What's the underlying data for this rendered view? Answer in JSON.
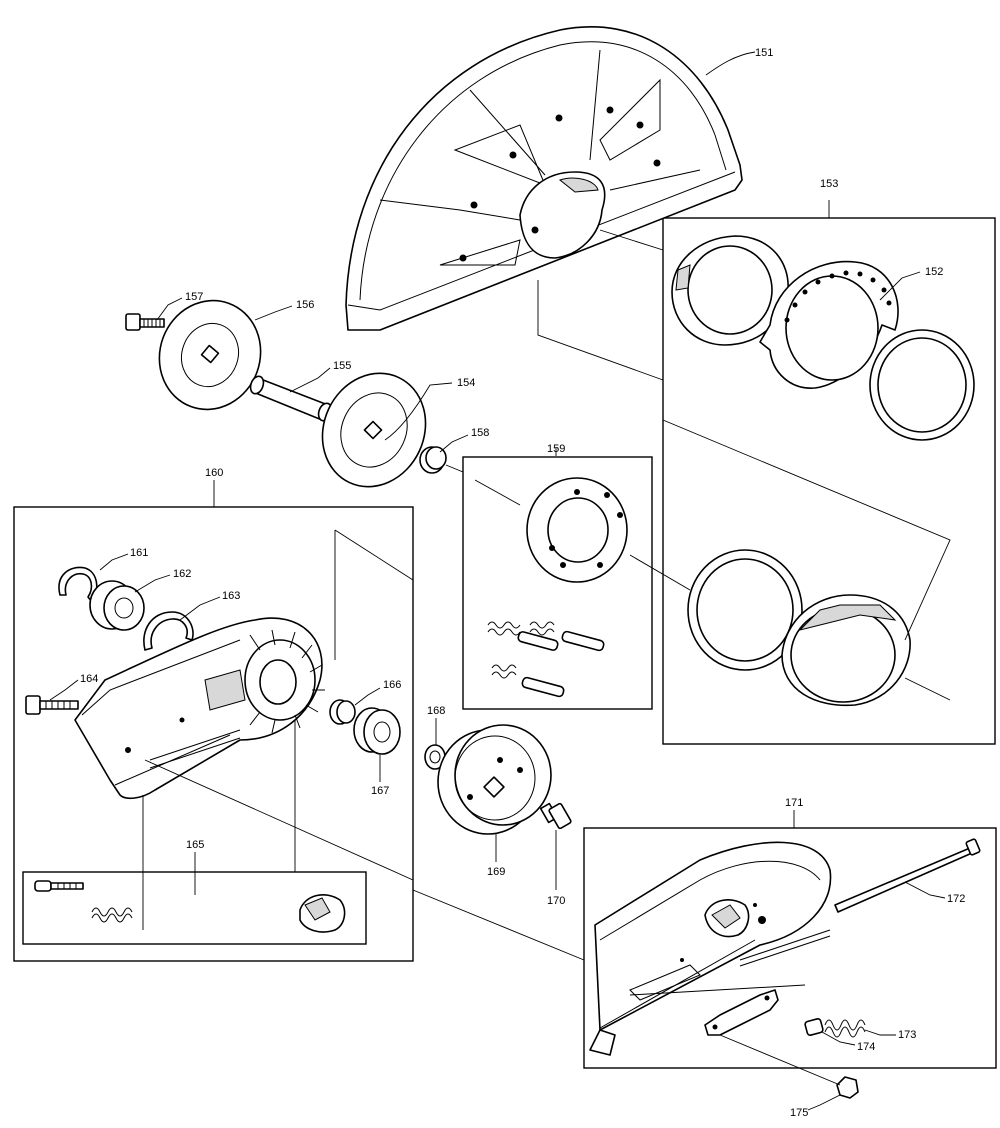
{
  "labels": {
    "p151": "151",
    "p152": "152",
    "p153": "153",
    "p154": "154",
    "p155": "155",
    "p156": "156",
    "p157": "157",
    "p158": "158",
    "p159": "159",
    "p160": "160",
    "p161": "161",
    "p162": "162",
    "p163": "163",
    "p164": "164",
    "p165": "165",
    "p166": "166",
    "p167": "167",
    "p168": "168",
    "p169": "169",
    "p170": "170",
    "p171": "171",
    "p172": "172",
    "p173": "173",
    "p174": "174",
    "p175": "175"
  }
}
